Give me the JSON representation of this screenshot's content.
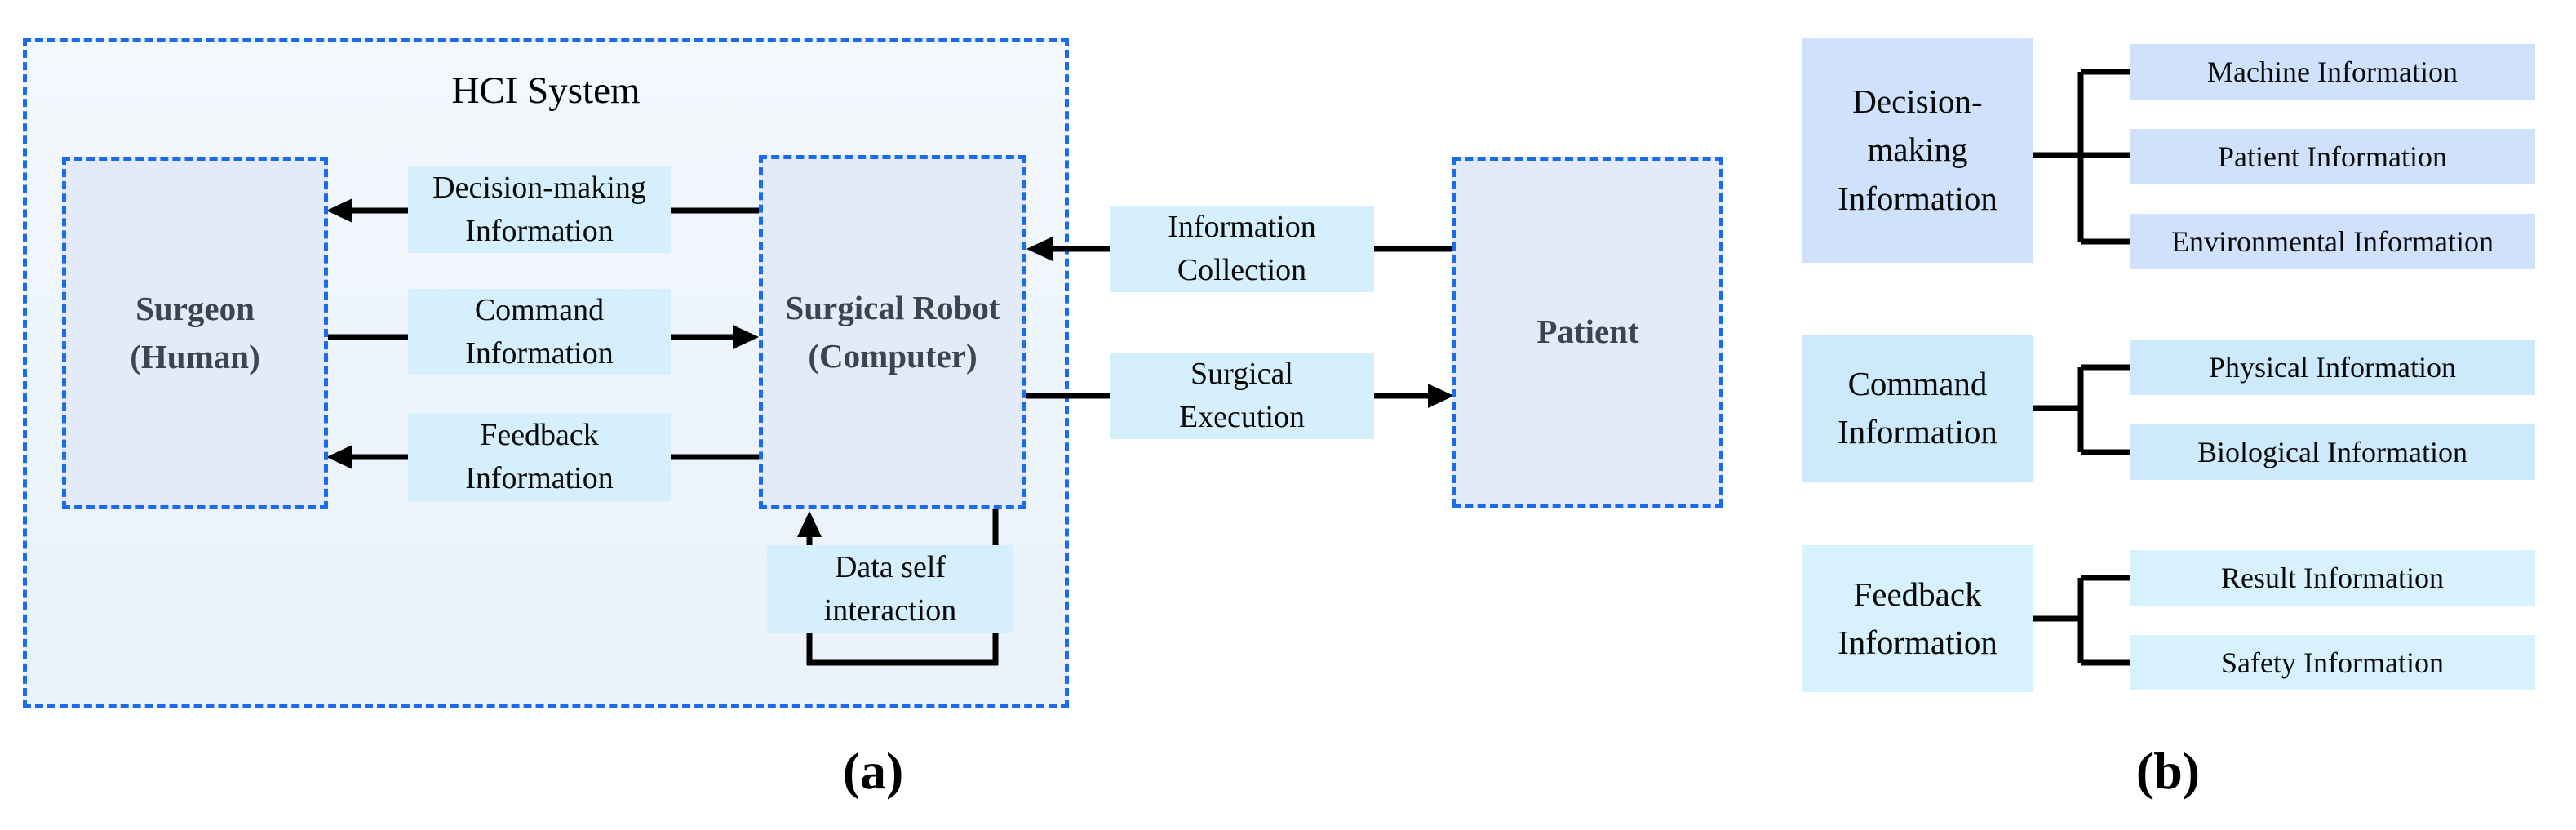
{
  "colors": {
    "dashed_border_blue": "#1b6bf1",
    "hci_fill": "#eef5fc",
    "node_fill_lavender": "#e3ebfa",
    "flow_fill_cyan": "#d5f0fc",
    "group1_fill_periwinkle": "#d0e1fc",
    "group2_fill_sky": "#cceafc",
    "group3_fill_lightcyan": "#d7f2fd",
    "connector_black": "#000000",
    "node_label_gray": "#3d4450"
  },
  "figure_a": {
    "caption": "(a)",
    "system_title": "HCI System",
    "nodes": {
      "surgeon": "Surgeon\n(Human)",
      "robot": "Surgical Robot\n(Computer)",
      "patient": "Patient"
    },
    "flows": {
      "decision": "Decision-making\nInformation",
      "command": "Command\nInformation",
      "feedback": "Feedback\nInformation",
      "data_self": "Data self\ninteraction",
      "info_collection": "Information\nCollection",
      "surgical_execution": "Surgical\nExecution"
    }
  },
  "figure_b": {
    "caption": "(b)",
    "groups": [
      {
        "parent": "Decision-\nmaking\nInformation",
        "children": [
          "Machine Information",
          "Patient Information",
          "Environmental Information"
        ]
      },
      {
        "parent": "Command\nInformation",
        "children": [
          "Physical Information",
          "Biological Information"
        ]
      },
      {
        "parent": "Feedback\nInformation",
        "children": [
          "Result Information",
          "Safety Information"
        ]
      }
    ]
  }
}
